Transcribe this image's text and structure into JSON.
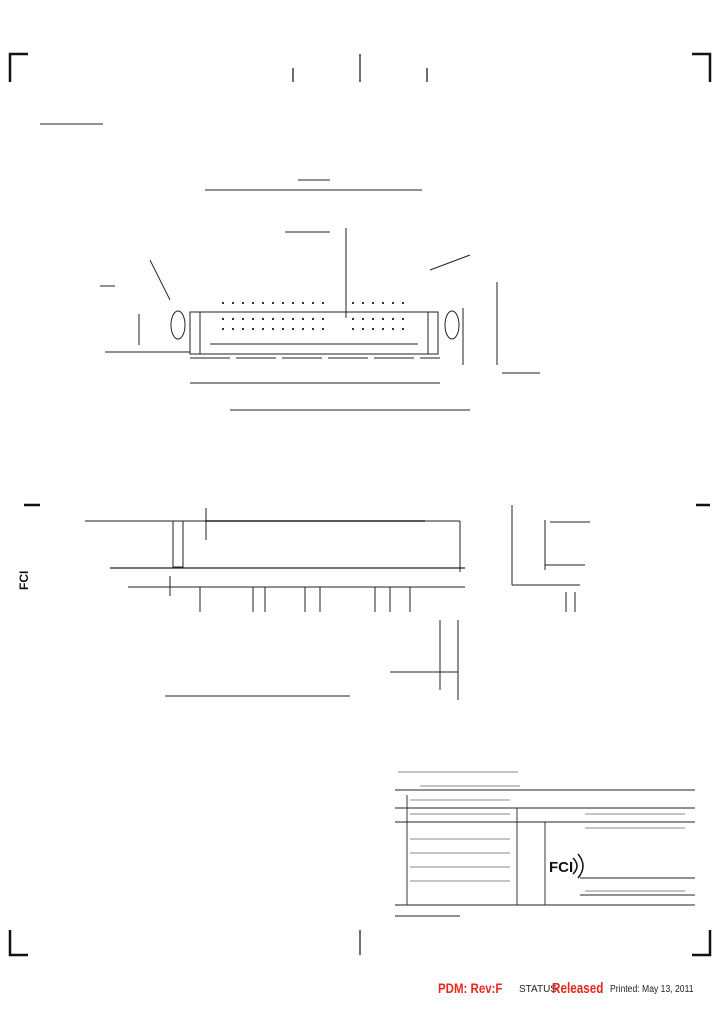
{
  "footer": {
    "pdm_rev": "PDM: Rev:F",
    "status_label": "STATUS:",
    "status_value": "Released",
    "printed": "Printed: May 13, 2011"
  },
  "logo": {
    "text": "FCI"
  },
  "colors": {
    "footer_accent": "#e8281e",
    "line": "#111111"
  }
}
